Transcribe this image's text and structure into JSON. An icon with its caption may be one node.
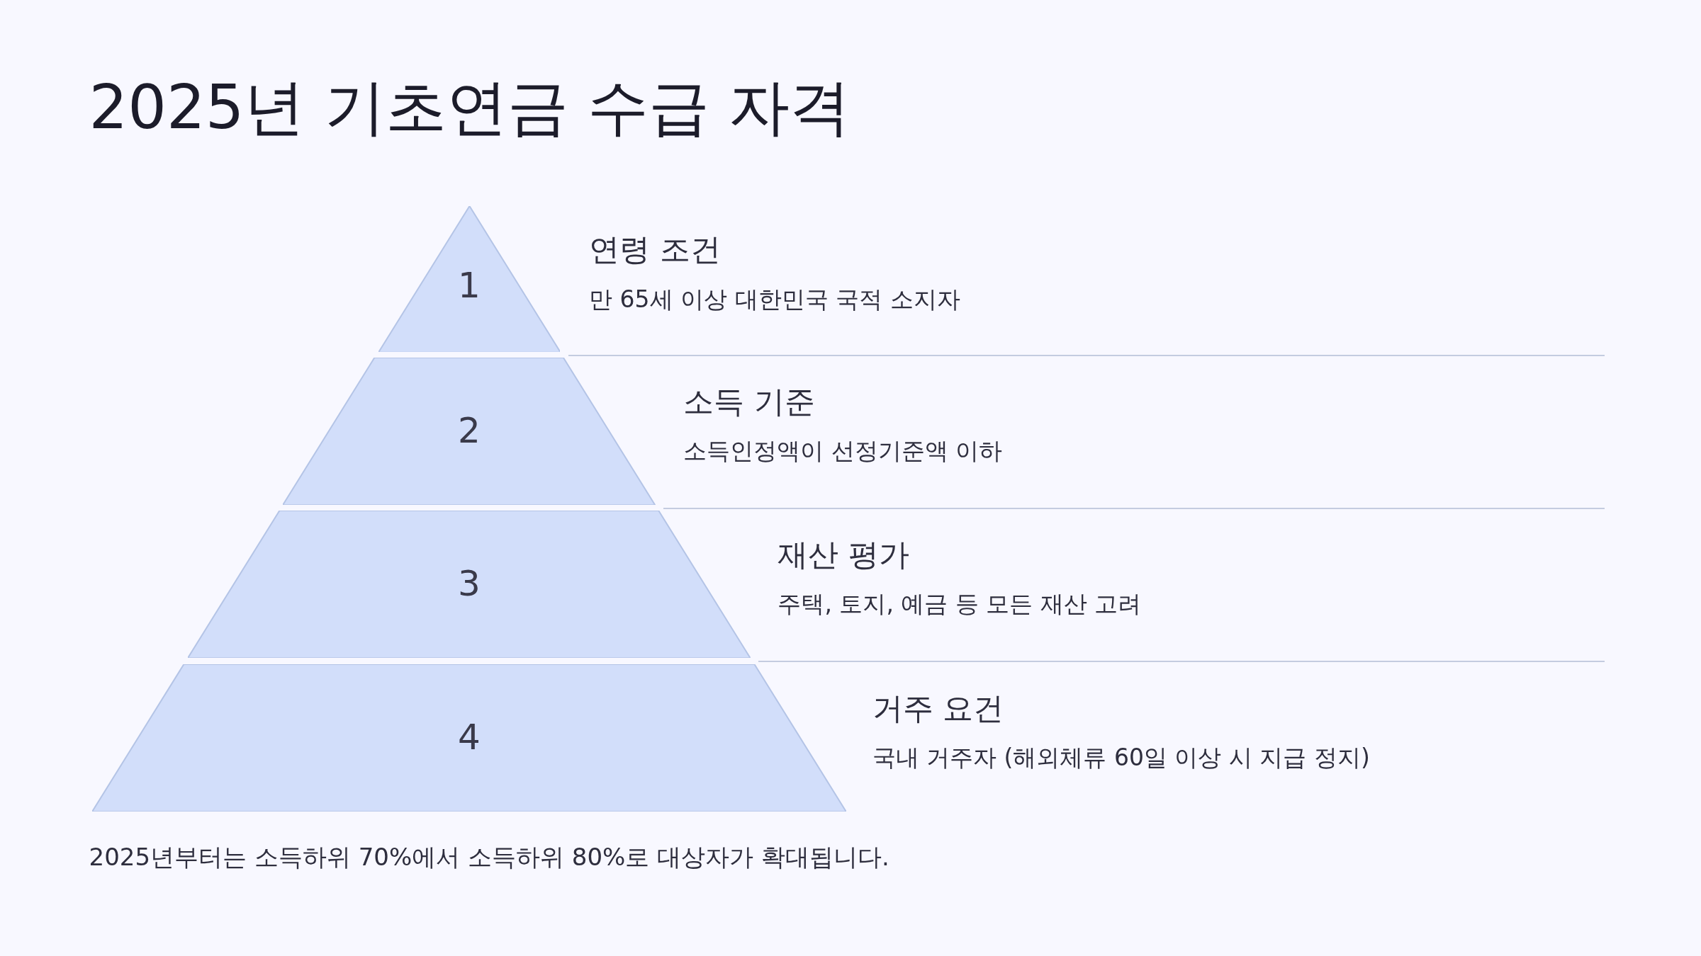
{
  "diagram": {
    "title": "2025년 기초연금 수급 자격",
    "nodes": [
      {
        "text": [
          "1"
        ],
        "beside": [
          "연령 조건",
          "만 65세 이상 대한민국 국적 소지자"
        ]
      },
      {
        "text": [
          "2"
        ],
        "beside": [
          "소득 기준",
          "소득인정액이 선정기준액 이하"
        ]
      },
      {
        "text": [
          "3"
        ],
        "beside": [
          "재산 평가",
          "주택, 토지, 예금 등 모든 재산 고려"
        ]
      },
      {
        "text": [
          "4"
        ],
        "beside": [
          "거주 요건",
          "국내 거주자 (해외체류 60일 이상 시 지급 정지)"
        ]
      }
    ],
    "caption": "2025년부터는 소득하위 70%에서 소득하위 80%로 대상자가 확대됩니다."
  }
}
